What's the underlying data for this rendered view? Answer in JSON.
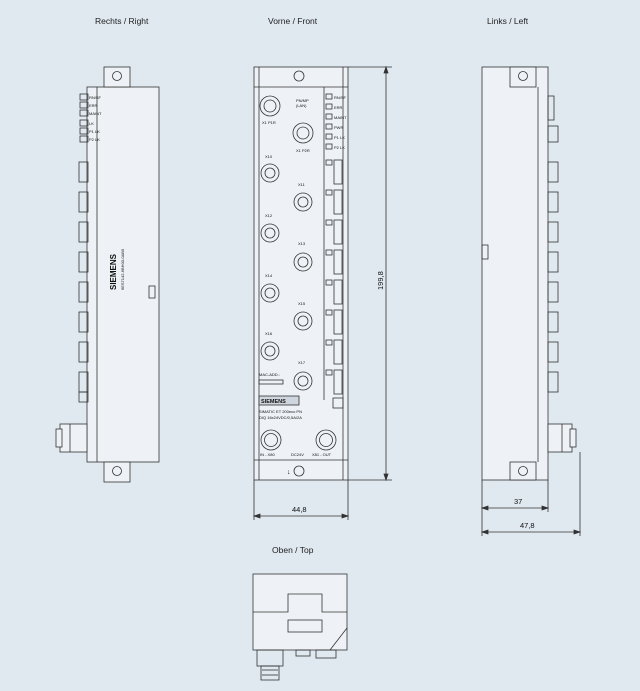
{
  "views": {
    "right": "Rechts / Right",
    "front": "Vorne / Front",
    "left": "Links / Left",
    "top": "Oben / Top"
  },
  "dimensions": {
    "height": "199,8",
    "front_width": "44,8",
    "left_depth_inner": "37",
    "left_depth_outer": "47,8"
  },
  "front": {
    "profinet_label": "PN/MP\n(LAN)",
    "port_x1p1r": "X1 P1R",
    "port_x1p2r": "X1 P2R",
    "ports_left": [
      "X10",
      "X12",
      "X14",
      "X16"
    ],
    "ports_right": [
      "X11",
      "X13",
      "X15",
      "X17"
    ],
    "mac_label": "MAC-ADD.:",
    "brand": "SIEMENS",
    "product_line1": "SIMATIC ET 200eco PN",
    "product_line2": "DIQ 16x24VDC/0,5A/2A",
    "in_label": "IN - X80",
    "dc_label": "DC24V",
    "out_label": "X81 - OUT",
    "status_leds": [
      "RN/SF",
      "ERR",
      "MAINT",
      "PWR",
      "P1 LK",
      "P2 LK"
    ]
  },
  "side": {
    "brand": "SIEMENS",
    "order_number": "6ES7142-6BH00-0AB0",
    "status_leds": [
      "RN/SF",
      "ERR",
      "MAINT",
      "LK",
      "P1 LK",
      "P2 LK"
    ]
  }
}
